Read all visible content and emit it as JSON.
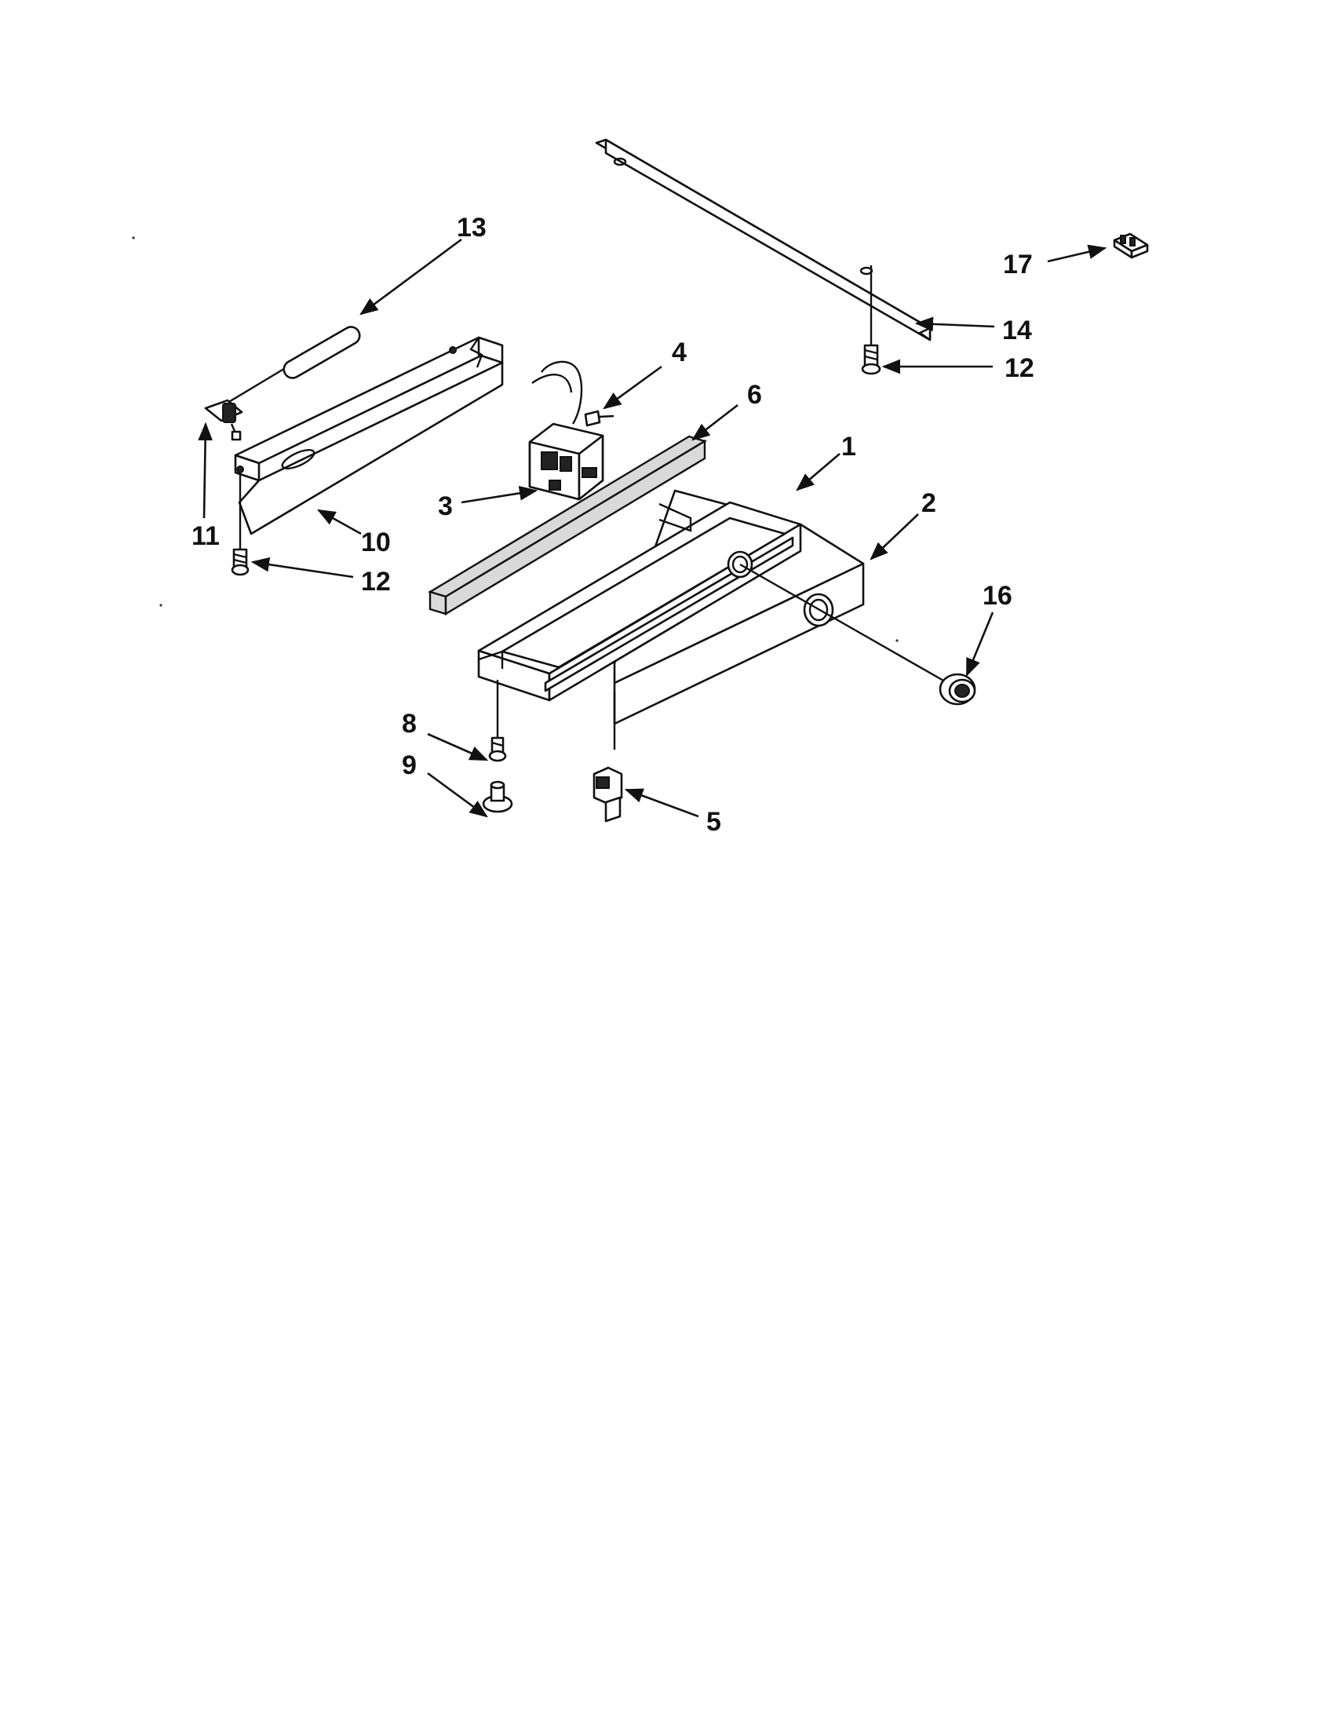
{
  "callouts": {
    "c1": "1",
    "c2": "2",
    "c3": "3",
    "c4": "4",
    "c5": "5",
    "c6": "6",
    "c8": "8",
    "c9": "9",
    "c10": "10",
    "c11": "11",
    "c12a": "12",
    "c12b": "12",
    "c13": "13",
    "c14": "14",
    "c16": "16",
    "c17": "17"
  }
}
